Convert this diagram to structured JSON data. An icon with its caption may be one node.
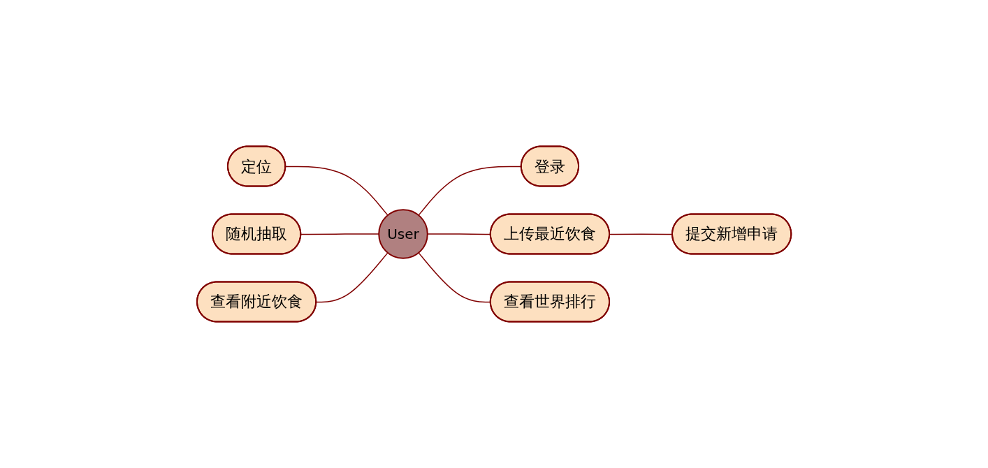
{
  "diagram": {
    "nodes": [
      {
        "text": [
          "定位"
        ]
      },
      {
        "text": [
          "登录"
        ]
      },
      {
        "text": [
          "随机抽取"
        ]
      },
      {
        "text": [
          "User"
        ]
      },
      {
        "text": [
          "上传最近饮食"
        ]
      },
      {
        "text": [
          "提交新增申请"
        ]
      },
      {
        "text": [
          "查看世界排行"
        ]
      },
      {
        "text": [
          "查看附近饮食"
        ]
      }
    ],
    "edges": [
      {
        "from": 0,
        "to": 3,
        "arrow": "none"
      },
      {
        "from": 3,
        "to": 1,
        "arrow": "none"
      },
      {
        "from": 2,
        "to": 3,
        "arrow": "none"
      },
      {
        "from": 3,
        "to": 4,
        "arrow": "none"
      },
      {
        "from": 4,
        "to": 5,
        "arrow": "none"
      },
      {
        "from": 7,
        "to": 3,
        "arrow": "none"
      },
      {
        "from": 3,
        "to": 6,
        "arrow": "none"
      }
    ]
  }
}
